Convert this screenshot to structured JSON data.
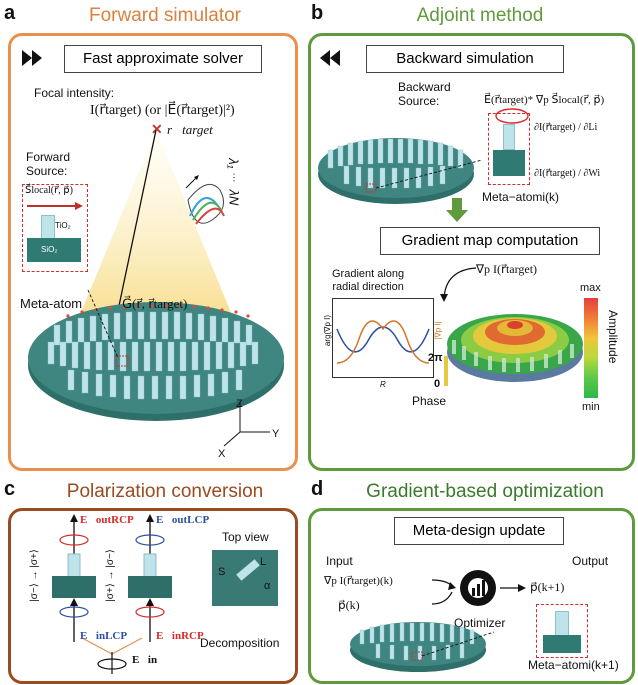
{
  "colors": {
    "orange": "#e8914f",
    "green": "#5f9a3c",
    "brown": "#9a4b1f",
    "darkgreen": "#3a7a2a",
    "pillar": "#bfe3ea",
    "base": "#2f6f6a",
    "accent_red": "#d62b2b",
    "accent_blue": "#2d4fa0"
  },
  "panels": {
    "a": {
      "letter": "a",
      "title": "Forward simulator",
      "solver_label": "Fast approximate solver",
      "focal_label": "Focal intensity:",
      "focal_formula": "I(r⃗target) (or |E⃗(r⃗target)|²)",
      "target_label": "r⃗target",
      "forward_source": "Forward\nSource:",
      "source_formula": "S⃗local(r⃗, p⃗)",
      "tio2": "TiO₂",
      "sio2": "SiO₂",
      "green_label": "G⃗(r⃗, r⃗target)",
      "meta_atom": "Meta-atom",
      "lambda_1": "λ₁",
      "lambda_dots": "···",
      "lambda_n": "λN",
      "axis_z": "Z",
      "axis_x": "X",
      "axis_y": "Y"
    },
    "b": {
      "letter": "b",
      "title": "Adjoint method",
      "backward_label": "Backward simulation",
      "backward_source": "Backward\nSource:",
      "backward_formula": "E⃗(r⃗target)* ∇p S⃗local(r⃗, p⃗)",
      "dL": "∂I(r⃗target) / ∂Li",
      "dW": "∂I(r⃗target) / ∂Wi",
      "meta_atom": "Meta−atomi(k)",
      "gradient_map": "Gradient map computation",
      "grad_formula": "∇p I(r⃗target)",
      "grad_along": "Gradient along\nradial direction",
      "y_arg": "arg(∇p I)",
      "y_abs": "|∇p I|",
      "x_r": "R",
      "phase_2pi": "2π",
      "phase_0": "0",
      "phase": "Phase",
      "max": "max",
      "min": "min",
      "amplitude": "Amplitude"
    },
    "c": {
      "letter": "c",
      "title": "Polarization conversion",
      "e_out_rcp": "E⃗outRCP",
      "e_out_lcp": "E⃗outLCP",
      "e_in_lcp": "E⃗inLCP",
      "e_in_rcp": "E⃗inRCP",
      "e_in": "E⃗in",
      "ket_left": "|σ−⟩ → |σ+⟩",
      "ket_right": "|σ+⟩ → |σ−⟩",
      "top_view": "Top view",
      "s": "S",
      "l": "L",
      "alpha": "α",
      "decomposition": "Decomposition"
    },
    "d": {
      "letter": "d",
      "title": "Gradient-based optimization",
      "update_label": "Meta-design update",
      "input": "Input",
      "output": "Output",
      "grad_in": "∇p I(r⃗target)(k)",
      "p_in": "p⃗(k)",
      "p_out": "p⃗(k+1)",
      "optimizer": "Optimizer",
      "meta_atom": "Meta−atomi(k+1)"
    }
  }
}
